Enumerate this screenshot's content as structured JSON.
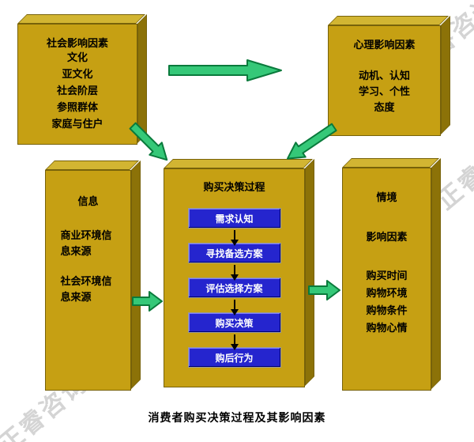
{
  "colors": {
    "gold_front": "#C6A013",
    "gold_top": "#D2B532",
    "gold_side": "#8C7208",
    "step_blue": "#2525CE",
    "arrow_green": "#35C878",
    "arrow_green_outline": "#0A7A3C",
    "watermark_gray": "#CDCDCD"
  },
  "watermark": {
    "text": "正睿咨询"
  },
  "boxes": {
    "social": {
      "title": "社会影响因素",
      "lines": [
        "文化",
        "亚文化",
        "社会阶层",
        "参照群体",
        "家庭与住户"
      ]
    },
    "psych": {
      "title": "心理影响因素",
      "lines": [
        "动机、认知",
        "学习、个性",
        "态度"
      ]
    },
    "info": {
      "title": "信息",
      "lines": [
        "商业环境信息来源",
        "社会环境信息来源"
      ]
    },
    "process": {
      "title": "购买决策过程",
      "steps": [
        "需求认知",
        "寻找备选方案",
        "评估选择方案",
        "购买决策",
        "购后行为"
      ]
    },
    "situation": {
      "title": "情境",
      "subtitle": "影响因素",
      "lines": [
        "购买时间",
        "购物环境",
        "购物条件",
        "购物心情"
      ]
    }
  },
  "caption": "消费者购买决策过程及其影响因素"
}
